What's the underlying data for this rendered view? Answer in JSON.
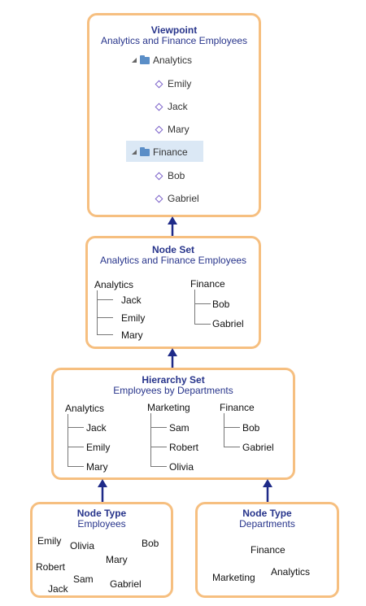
{
  "viewpoint": {
    "title": "Viewpoint",
    "subtitle": "Analytics and Finance Employees",
    "folders": [
      {
        "label": "Analytics",
        "children": [
          "Emily",
          "Jack",
          "Mary"
        ]
      },
      {
        "label": "Finance",
        "children": [
          "Bob",
          "Gabriel"
        ]
      }
    ]
  },
  "node_set": {
    "title": "Node Set",
    "subtitle": "Analytics and Finance Employees",
    "groups": [
      {
        "label": "Analytics",
        "children": [
          "Jack",
          "Emily",
          "Mary"
        ]
      },
      {
        "label": "Finance",
        "children": [
          "Bob",
          "Gabriel"
        ]
      }
    ]
  },
  "hierarchy_set": {
    "title": "Hierarchy Set",
    "subtitle": "Employees by Departments",
    "groups": [
      {
        "label": "Analytics",
        "children": [
          "Jack",
          "Emily",
          "Mary"
        ]
      },
      {
        "label": "Marketing",
        "children": [
          "Sam",
          "Robert",
          "Olivia"
        ]
      },
      {
        "label": "Finance",
        "children": [
          "Bob",
          "Gabriel"
        ]
      }
    ]
  },
  "node_type_employees": {
    "title": "Node Type",
    "subtitle": "Employees",
    "names": [
      "Emily",
      "Olivia",
      "Bob",
      "Mary",
      "Robert",
      "Sam",
      "Gabriel",
      "Jack"
    ]
  },
  "node_type_departments": {
    "title": "Node Type",
    "subtitle": "Departments",
    "names": [
      "Finance",
      "Analytics",
      "Marketing"
    ]
  }
}
